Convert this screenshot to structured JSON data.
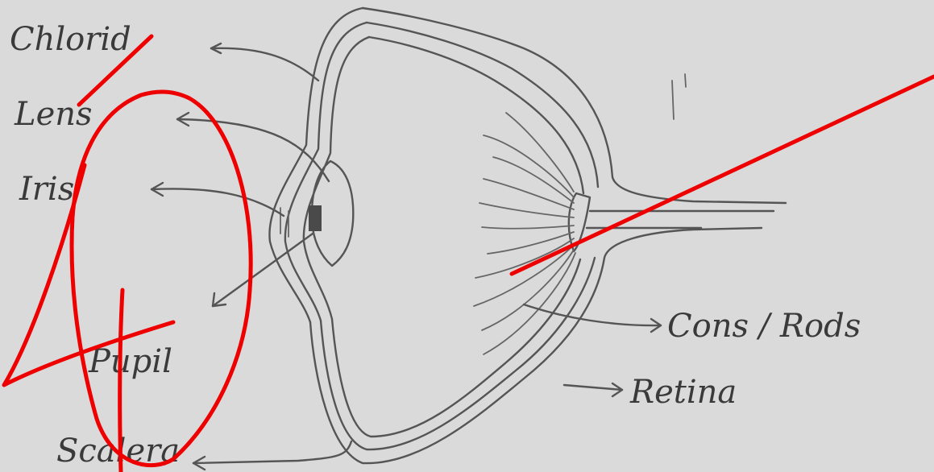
{
  "labels": {
    "chloroid": "Chlorid",
    "lens": "Lens",
    "iris": "Iris",
    "pupil": "Pupil",
    "sclera": "Scalera",
    "cones_rods": "Cons / Rods",
    "retina": "Retina"
  },
  "grade_mark": "4",
  "colors": {
    "paper": "#dadada",
    "pencil": "#555555",
    "grading_ink": "#ee0000"
  }
}
